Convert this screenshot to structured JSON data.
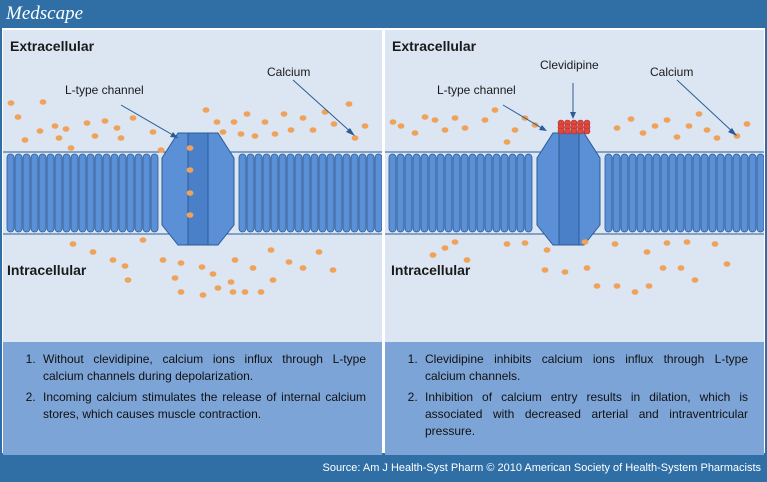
{
  "brand": "Medscape",
  "panels": [
    {
      "extracellular": "Extracellular",
      "intracellular": "Intracellular",
      "channel_label": "L-type channel",
      "calcium_label": "Calcium",
      "notes": [
        "Without clevidipine, calcium ions influx through L-type calcium channels during depolarization.",
        "Incoming calcium stimulates the release of internal calcium stores, which causes muscle contraction."
      ]
    },
    {
      "extracellular": "Extracellular",
      "intracellular": "Intracellular",
      "drug_label": "Clevidipine",
      "channel_label": "L-type channel",
      "calcium_label": "Calcium",
      "notes": [
        "Clevidipine inhibits calcium ions influx through L-type calcium channels.",
        "Inhibition of calcium entry results in dilation, which is associated with decreased arterial and intraventricular pressure."
      ]
    }
  ],
  "source": "Source: Am J Health-Syst Pharm © 2010 American Society of Health-System Pharmacists",
  "colors": {
    "header": "#2f6fa6",
    "panel_bg": "#dbe6f2",
    "membrane": "#5b8fd6",
    "membrane_dark": "#2b5c98",
    "calcium": "#f0a15a",
    "clevidipine": "#e0473f",
    "notes_bg": "#7da4d6"
  }
}
